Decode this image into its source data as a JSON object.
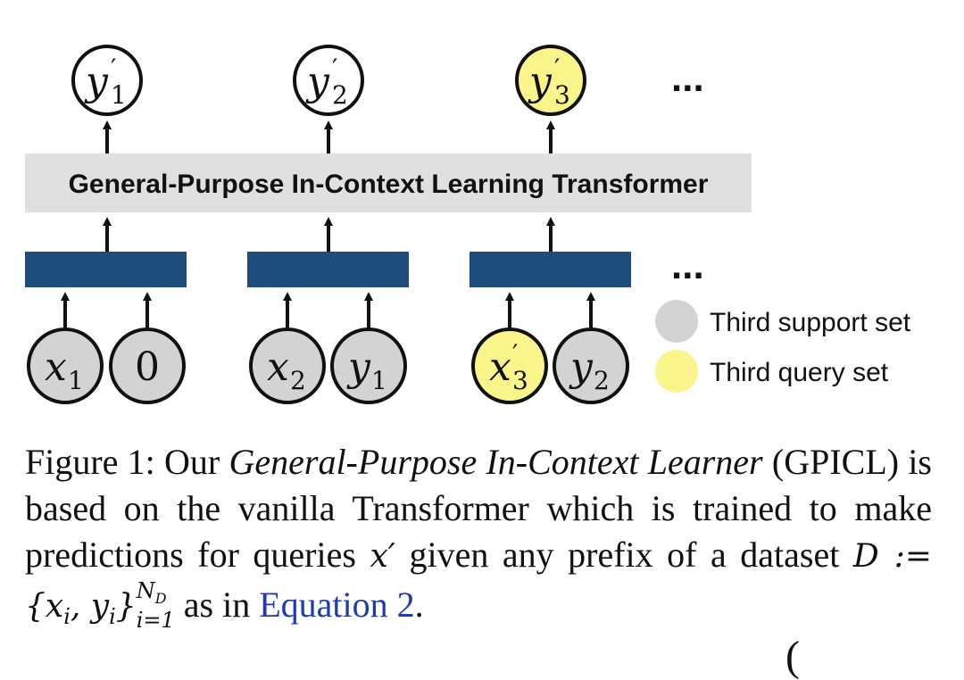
{
  "figure": {
    "box_label": "General-Purpose In-Context Learning Transformer",
    "outputs": [
      {
        "base": "y",
        "prime": "′",
        "sub": "1"
      },
      {
        "base": "y",
        "prime": "′",
        "sub": "2"
      },
      {
        "base": "y",
        "prime": "′",
        "sub": "3"
      }
    ],
    "inputs": [
      [
        {
          "base": "x",
          "prime": "",
          "sub": "1"
        },
        {
          "base": "0",
          "prime": "",
          "sub": ""
        }
      ],
      [
        {
          "base": "x",
          "prime": "",
          "sub": "2"
        },
        {
          "base": "y",
          "prime": "",
          "sub": "1"
        }
      ],
      [
        {
          "base": "x",
          "prime": "′",
          "sub": "3"
        },
        {
          "base": "y",
          "prime": "",
          "sub": "2"
        }
      ]
    ],
    "ellipsis": "...",
    "legend": [
      {
        "label": "Third support set",
        "color": "#d3d3d3"
      },
      {
        "label": "Third query set",
        "color": "#f9f58a"
      }
    ],
    "colors": {
      "support": "#d3d3d3",
      "query": "#f9f58a",
      "box": "#e0e0e0",
      "embed": "#1e4d7b"
    }
  },
  "caption": {
    "prefix": "Figure 1:  Our ",
    "title_italic": "General-Purpose In-Context Learner",
    "text1": "(GPICL) is based on the vanilla Transformer which is trained to make predictions for queries ",
    "math_query": "x′",
    "text2": " given any prefix of a dataset ",
    "math_dataset": "D := {x",
    "math_i": "i",
    "math_sep": ", y",
    "math_i2": "i",
    "math_close": "}",
    "sup": "N",
    "sup_sub": "D",
    "sub": "i=1",
    "text3": " as in ",
    "link": "Equation 2",
    "end": "."
  },
  "bottom_fragment": "("
}
